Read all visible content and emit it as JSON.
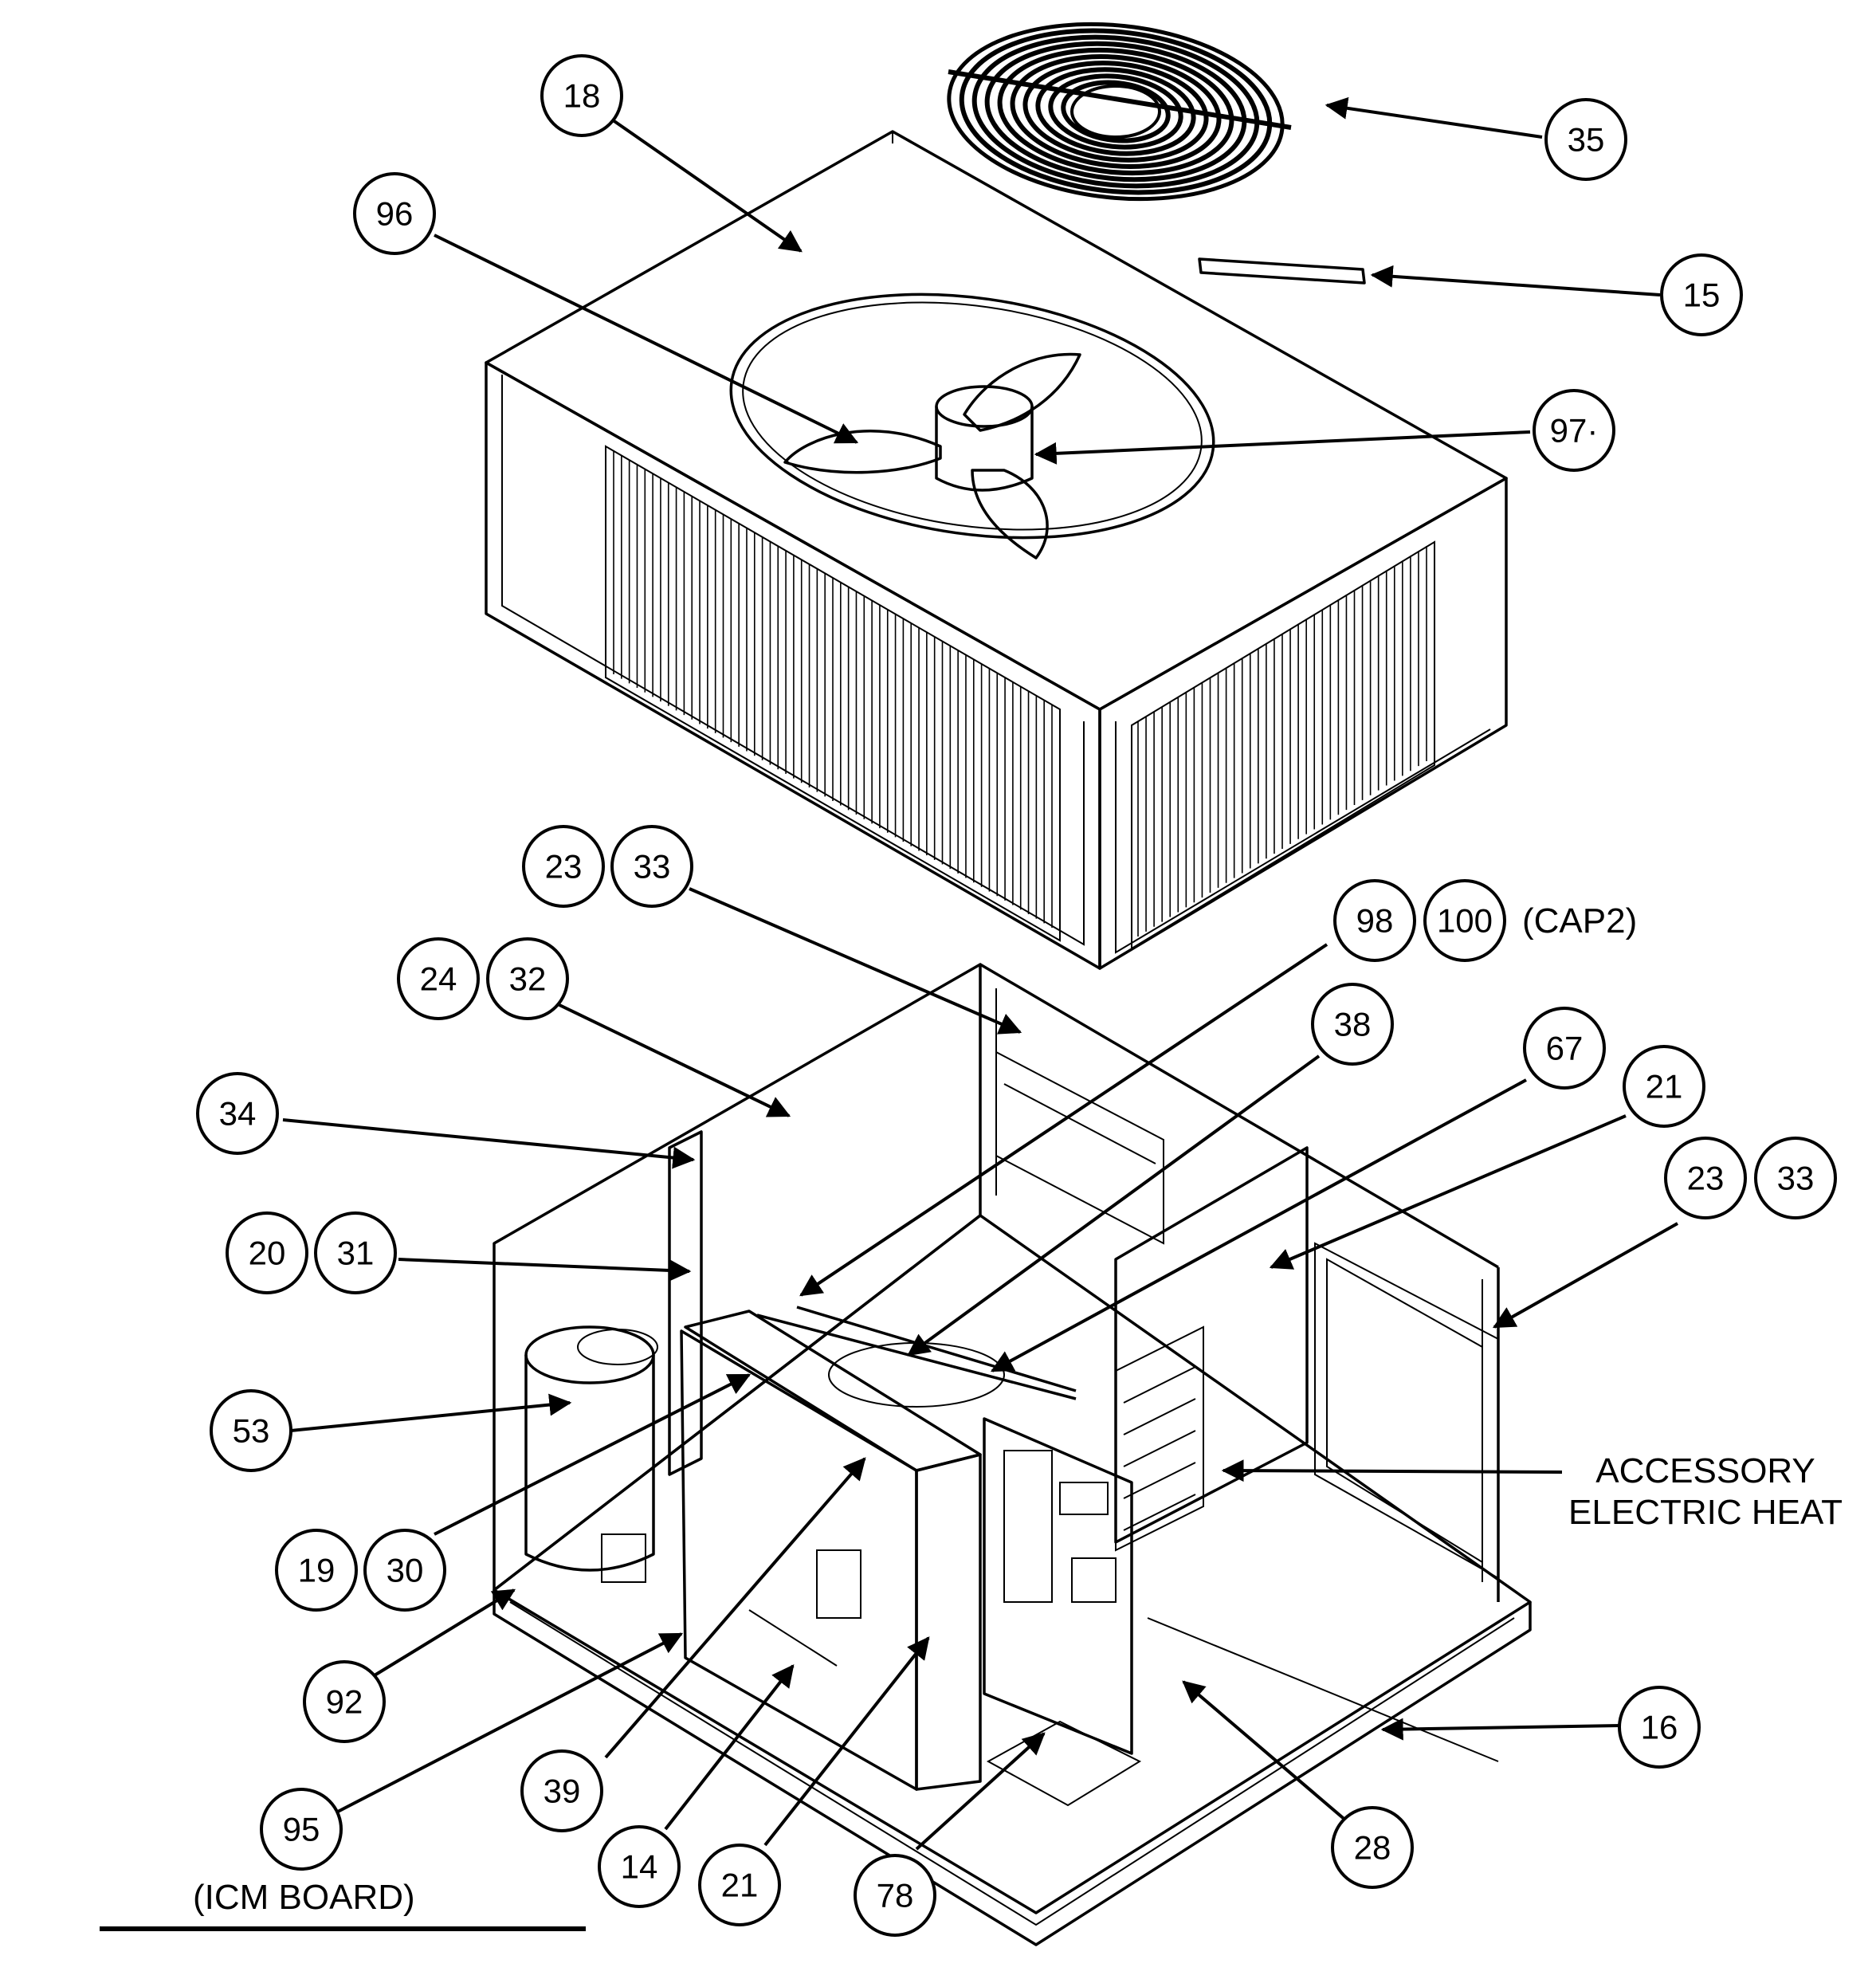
{
  "callouts": [
    {
      "id": "c-18",
      "label": "18"
    },
    {
      "id": "c-35",
      "label": "35"
    },
    {
      "id": "c-96",
      "label": "96"
    },
    {
      "id": "c-15",
      "label": "15"
    },
    {
      "id": "c-97",
      "label": "97·"
    },
    {
      "id": "c-23a",
      "label": "23"
    },
    {
      "id": "c-33a",
      "label": "33"
    },
    {
      "id": "c-98",
      "label": "98"
    },
    {
      "id": "c-100",
      "label": "100"
    },
    {
      "id": "c-24",
      "label": "24"
    },
    {
      "id": "c-32",
      "label": "32"
    },
    {
      "id": "c-38",
      "label": "38"
    },
    {
      "id": "c-67",
      "label": "67"
    },
    {
      "id": "c-21a",
      "label": "21"
    },
    {
      "id": "c-34",
      "label": "34"
    },
    {
      "id": "c-23b",
      "label": "23"
    },
    {
      "id": "c-33b",
      "label": "33"
    },
    {
      "id": "c-20",
      "label": "20"
    },
    {
      "id": "c-31",
      "label": "31"
    },
    {
      "id": "c-53",
      "label": "53"
    },
    {
      "id": "c-19",
      "label": "19"
    },
    {
      "id": "c-30",
      "label": "30"
    },
    {
      "id": "c-92",
      "label": "92"
    },
    {
      "id": "c-16",
      "label": "16"
    },
    {
      "id": "c-95",
      "label": "95"
    },
    {
      "id": "c-39",
      "label": "39"
    },
    {
      "id": "c-14",
      "label": "14"
    },
    {
      "id": "c-21b",
      "label": "21"
    },
    {
      "id": "c-78",
      "label": "78"
    },
    {
      "id": "c-28",
      "label": "28"
    }
  ],
  "notes": {
    "cap2": "(CAP2)",
    "accessory_line1": "ACCESSORY",
    "accessory_line2": "ELECTRIC HEAT",
    "icm_board": "(ICM BOARD)"
  }
}
